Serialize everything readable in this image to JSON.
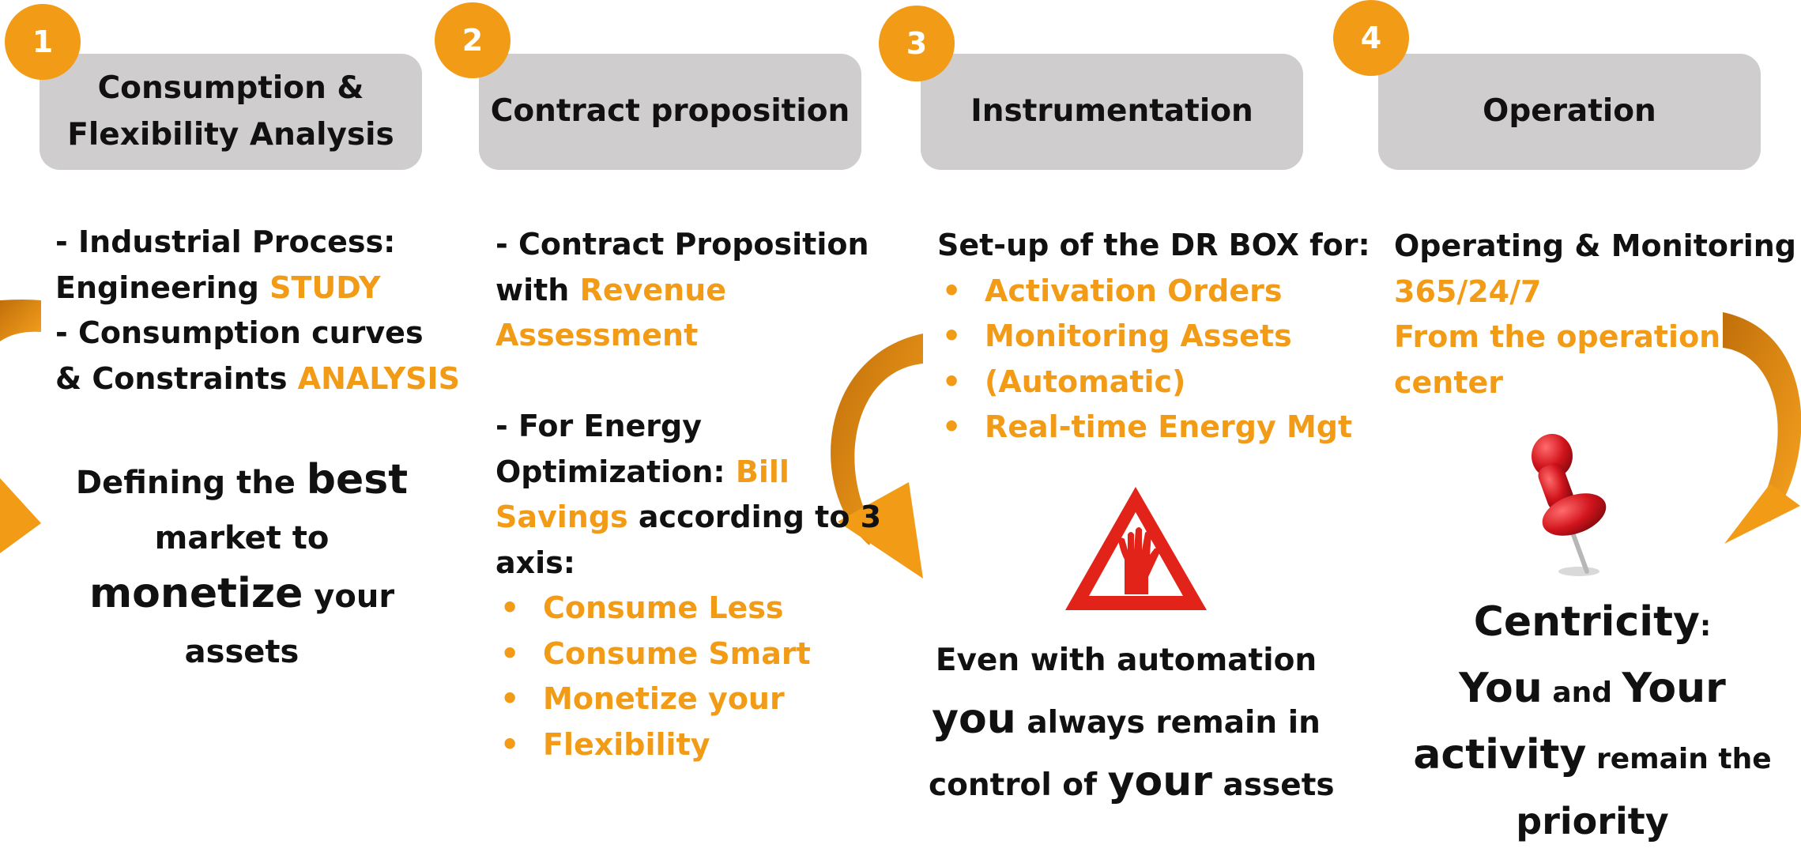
{
  "accent_color": "#f29b16",
  "box_color": "#cfcdcd",
  "steps": [
    {
      "number": "1",
      "title_line1": "Consumption &",
      "title_line2": "Flexibility Analysis"
    },
    {
      "number": "2",
      "title": "Contract proposition"
    },
    {
      "number": "3",
      "title": "Instrumentation"
    },
    {
      "number": "4",
      "title": "Operation"
    }
  ],
  "col1": {
    "line1": "- Industrial Process:",
    "line2a": "Engineering ",
    "line2b": "STUDY",
    "line3": "- Consumption curves",
    "line4a": "& Constraints ",
    "line4b": "ANALYSIS",
    "def_a": "Defining the ",
    "def_b": "best",
    "def_c": "market to",
    "def_d": "monetize",
    "def_e": " your",
    "def_f": "assets"
  },
  "col2": {
    "l1": "- Contract Proposition",
    "l2a": "with ",
    "l2b": "Revenue",
    "l3": "Assessment",
    "l4": "- For Energy",
    "l5a": "Optimization: ",
    "l5b": "Bill",
    "l6a": "Savings",
    "l6b": " according to 3",
    "l7": "axis:",
    "bullets": [
      "Consume Less",
      "Consume Smart",
      "Monetize your",
      "Flexibility"
    ]
  },
  "col3": {
    "heading": "Set-up of the DR BOX for:",
    "bullets": [
      "Activation Orders",
      "Monitoring Assets",
      "(Automatic)",
      "Real-time Energy Mgt"
    ],
    "n1": "Even with automation",
    "n2a": "you",
    "n2b": " always remain in",
    "n3a": "control of ",
    "n3b": "your",
    "n3c": " assets"
  },
  "col4": {
    "heading": "Operating & Monitoring :",
    "l2": "365/24/7",
    "l3": "From the operation",
    "l4": "center",
    "c1a": "Centricity",
    "c1b": ":",
    "c2a": "You",
    "c2b": " and ",
    "c2c": "Your",
    "c3a": "activity",
    "c3b": " remain the",
    "c4": "priority"
  }
}
